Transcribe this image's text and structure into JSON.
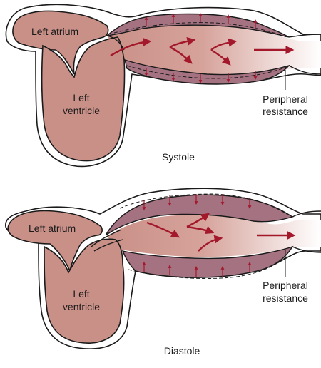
{
  "colors": {
    "tissue": "#c99087",
    "wall": "#a47281",
    "arrow": "#a3182b",
    "outline": "#1a1a1a"
  },
  "top": {
    "label_atrium": "Left atrium",
    "label_ventricle_1": "Left",
    "label_ventricle_2": "ventricle",
    "label_resistance_1": "Peripheral",
    "label_resistance_2": "resistance",
    "caption": "Systole"
  },
  "bottom": {
    "label_atrium": "Left atrium",
    "label_ventricle_1": "Left",
    "label_ventricle_2": "ventricle",
    "label_resistance_1": "Peripheral",
    "label_resistance_2": "resistance",
    "caption": "Diastole"
  }
}
